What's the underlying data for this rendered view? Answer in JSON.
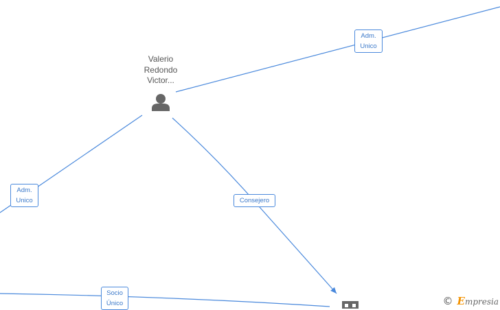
{
  "person": {
    "name_lines": [
      "Valerio",
      "Redondo",
      "Victor..."
    ],
    "icon": "person-icon"
  },
  "edges": [
    {
      "id": "top-right",
      "label_lines": [
        "Adm.",
        "Unico"
      ]
    },
    {
      "id": "left",
      "label_lines": [
        "Adm.",
        "Unico"
      ]
    },
    {
      "id": "consejero",
      "label_lines": [
        "Consejero"
      ]
    },
    {
      "id": "bottom",
      "label_lines": [
        "Socio",
        "Único"
      ]
    }
  ],
  "company": {
    "icon": "building-icon"
  },
  "watermark": {
    "copyright": "©",
    "brand_first": "E",
    "brand_rest": "mpresia"
  },
  "colors": {
    "edge": "#4a89dc",
    "label_text": "#3a78c9",
    "icon": "#666666",
    "brand_accent": "#f39200"
  }
}
